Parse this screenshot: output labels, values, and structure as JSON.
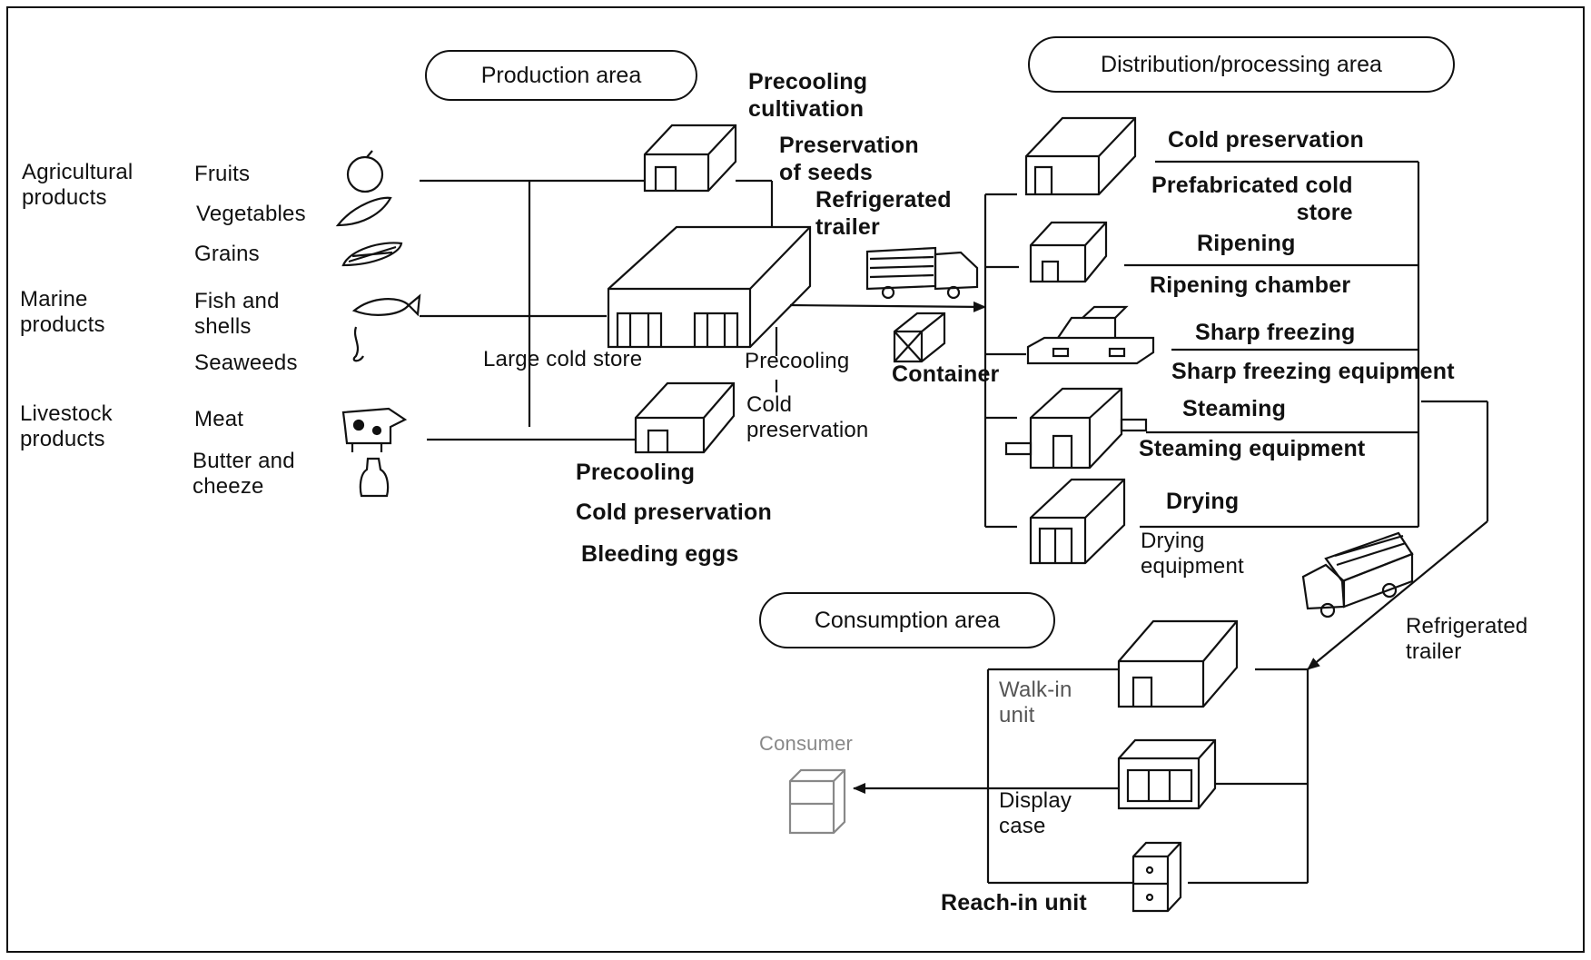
{
  "areas": {
    "production": "Production area",
    "distribution": "Distribution/processing area",
    "consumption": "Consumption area"
  },
  "products": {
    "agricultural": "Agricultural\nproducts",
    "marine": "Marine\nproducts",
    "livestock": "Livestock\nproducts"
  },
  "items": {
    "fruits": "Fruits",
    "vegetables": "Vegetables",
    "grains": "Grains",
    "fish": "Fish and\nshells",
    "seaweeds": "Seaweeds",
    "meat": "Meat",
    "butter": "Butter and\ncheeze"
  },
  "production": {
    "precooling_cultivation": "Precooling\ncultivation",
    "preservation_seeds": "Preservation\nof seeds",
    "refrigerated_trailer": "Refrigerated\ntrailer",
    "large_cold_store": "Large cold store",
    "precooling": "Precooling",
    "cold_preservation_small": "Cold\npreservation",
    "container": "Container",
    "list_precooling": "Precooling",
    "list_cold_preservation": "Cold preservation",
    "list_bleeding_eggs": "Bleeding eggs"
  },
  "distribution": {
    "cold_preservation": "Cold preservation",
    "prefab_store": "Prefabricated cold\nstore",
    "ripening": "Ripening",
    "ripening_chamber": "Ripening chamber",
    "sharp_freezing": "Sharp freezing",
    "sharp_freezing_equipment": "Sharp freezing equipment",
    "steaming": "Steaming",
    "steaming_equipment": "Steaming equipment",
    "drying": "Drying",
    "drying_equipment": "Drying\nequipment"
  },
  "consumption": {
    "refrigerated_trailer": "Refrigerated\ntrailer",
    "walk_in": "Walk-in\nunit",
    "display_case": "Display\ncase",
    "reach_in": "Reach-in unit",
    "consumer": "Consumer"
  }
}
